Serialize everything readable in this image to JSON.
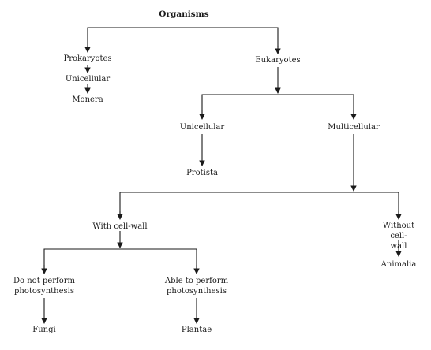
{
  "diagram": {
    "root": "Organisms",
    "prokaryotes": "Prokaryotes",
    "prok_unicellular": "Unicellular",
    "monera": "Monera",
    "eukaryotes": "Eukaryotes",
    "euk_unicellular": "Unicellular",
    "multicellular": "Multicellular",
    "protista": "Protista",
    "with_cell_wall": "With cell-wall",
    "without_cell_wall_1": "Without",
    "without_cell_wall_2": "cell-wall",
    "animalia": "Animalia",
    "no_photo_1": "Do not perform",
    "no_photo_2": "photosynthesis",
    "photo_1": "Able to perform",
    "photo_2": "photosynthesis",
    "fungi": "Fungi",
    "plantae": "Plantae"
  }
}
